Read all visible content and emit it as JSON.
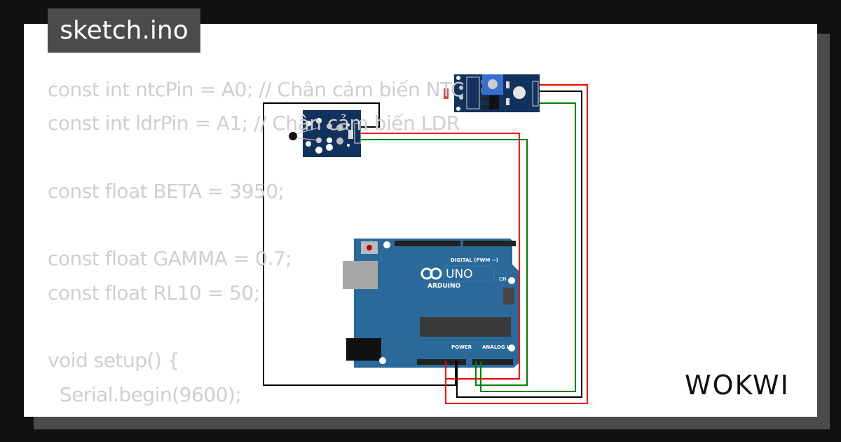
{
  "title": "sketch.ino",
  "code_lines": [
    "const int ntcPin = A0; // Chân cảm biến NTC",
    "const int ldrPin = A1; // Chân cảm biến LDR",
    "",
    "const float BETA = 3950;",
    "",
    "const float GAMMA = 0.7;",
    "const float RL10 = 50;",
    "",
    "void setup() {",
    "  Serial.begin(9600);",
    "}"
  ],
  "board": {
    "name": "UNO",
    "brand": "ARDUINO",
    "digital_label": "DIGITAL (PWM ~)",
    "power_label": "POWER",
    "analog_label": "ANALOG IN",
    "on_label": "ON"
  },
  "logo": "WOKWI",
  "colors": {
    "wire_red": "#ff0000",
    "wire_green": "#008000",
    "wire_black": "#000000",
    "board_blue": "#2a6a9a",
    "module_blue": "#12325e"
  }
}
